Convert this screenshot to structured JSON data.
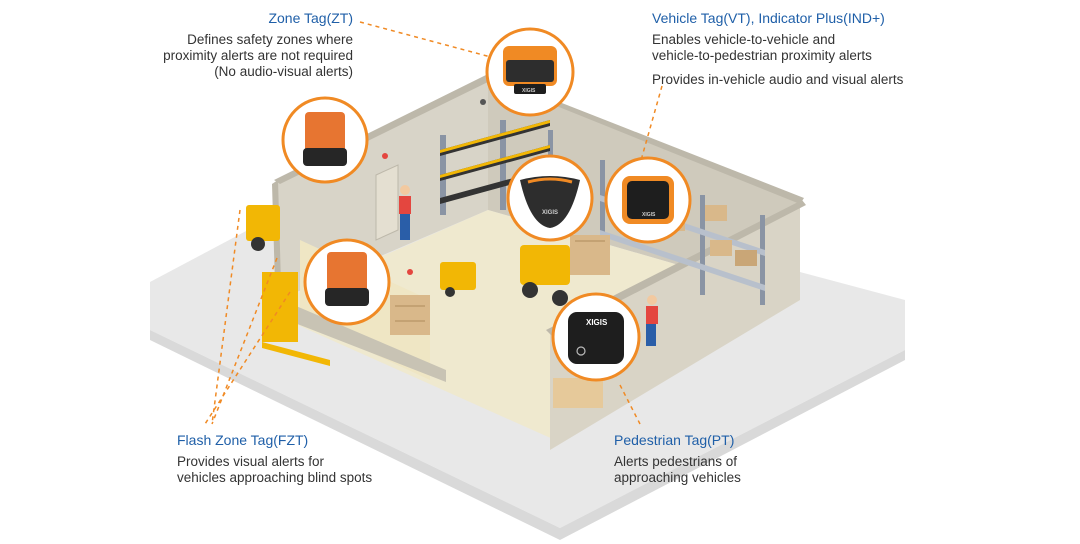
{
  "captions": {
    "zone_tag": {
      "title": "Zone Tag(ZT)",
      "lines": [
        "Defines safety zones where",
        "proximity alerts are not required",
        "(No audio-visual alerts)"
      ]
    },
    "vehicle_tag": {
      "title": "Vehicle Tag(VT), Indicator Plus(IND+)",
      "lines": [
        "Enables vehicle-to-vehicle and",
        "vehicle-to-pedestrian proximity alerts"
      ],
      "extra": "Provides in-vehicle audio and visual alerts"
    },
    "flash_zone_tag": {
      "title": "Flash Zone Tag(FZT)",
      "lines": [
        "Provides visual alerts for",
        "vehicles approaching blind spots"
      ]
    },
    "pedestrian_tag": {
      "title": "Pedestrian Tag(PT)",
      "lines": [
        "Alerts pedestrians of",
        "approaching vehicles"
      ]
    }
  },
  "device_brand": "XIGIS",
  "colors": {
    "accent_orange": "#f08a24",
    "title_blue": "#1f5fa8",
    "text_dark": "#333333",
    "wall": "#d6d2c7",
    "floor": "#ece7cf",
    "ground": "#e6e6e6",
    "forklift_yellow": "#f2b705"
  }
}
